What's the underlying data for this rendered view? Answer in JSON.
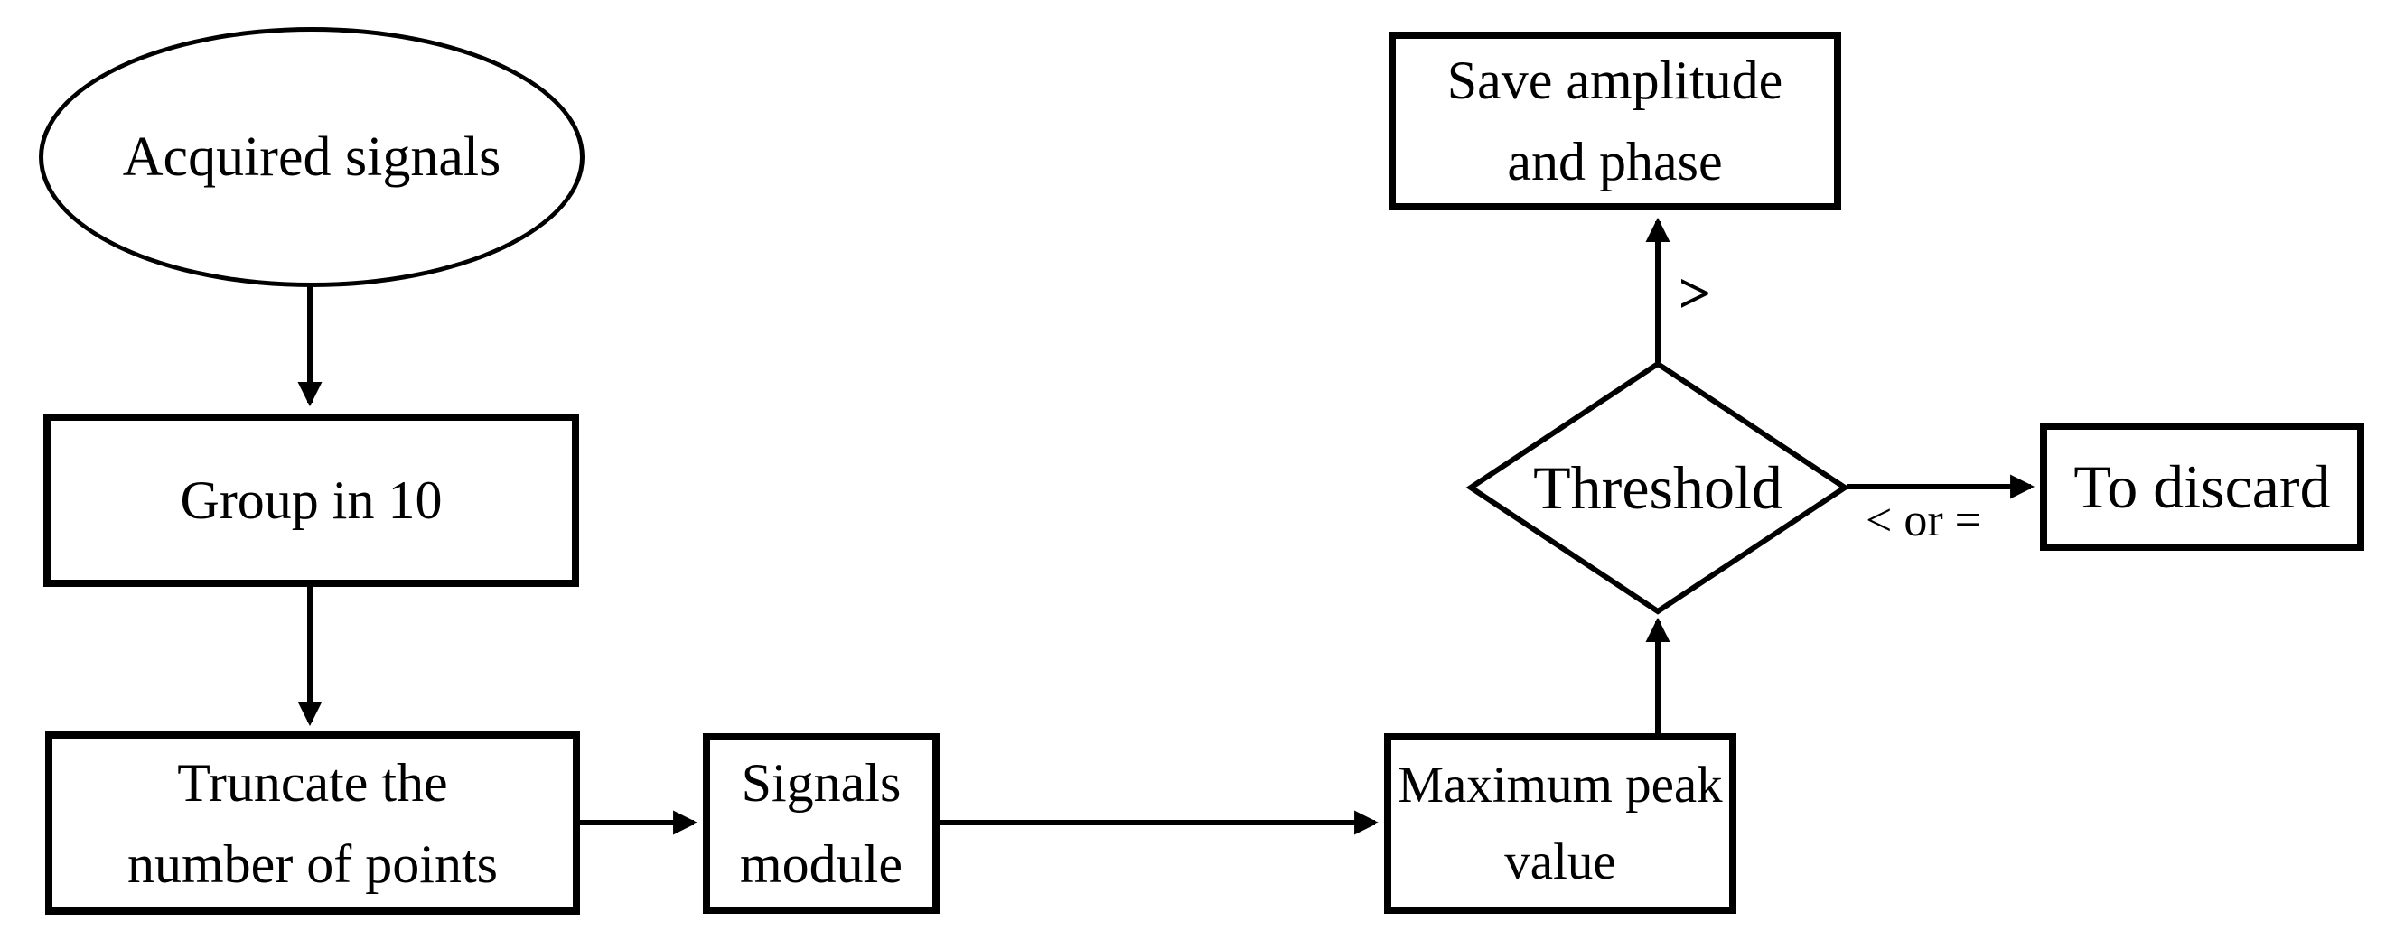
{
  "colors": {
    "stroke": "#000000",
    "background": "#ffffff",
    "text": "#000000"
  },
  "nodes": {
    "acquired": {
      "type": "ellipse",
      "label": "Acquired signals"
    },
    "group": {
      "type": "process",
      "label": "Group in 10"
    },
    "truncate": {
      "type": "process",
      "line1": "Truncate the",
      "line2": "number of points"
    },
    "signals": {
      "type": "process",
      "line1": "Signals",
      "line2": "module"
    },
    "maxpeak": {
      "type": "process",
      "line1": "Maximum peak",
      "line2": "value"
    },
    "threshold": {
      "type": "decision",
      "label": "Threshold"
    },
    "save": {
      "type": "process",
      "line1": "Save amplitude",
      "line2": "and phase"
    },
    "discard": {
      "type": "process",
      "label": "To discard"
    }
  },
  "edges": [
    {
      "from": "acquired",
      "to": "group",
      "label": ""
    },
    {
      "from": "group",
      "to": "truncate",
      "label": ""
    },
    {
      "from": "truncate",
      "to": "signals",
      "label": ""
    },
    {
      "from": "signals",
      "to": "maxpeak",
      "label": ""
    },
    {
      "from": "maxpeak",
      "to": "threshold",
      "label": ""
    },
    {
      "from": "threshold",
      "to": "save",
      "label": ">"
    },
    {
      "from": "threshold",
      "to": "discard",
      "label": "< or ="
    }
  ]
}
